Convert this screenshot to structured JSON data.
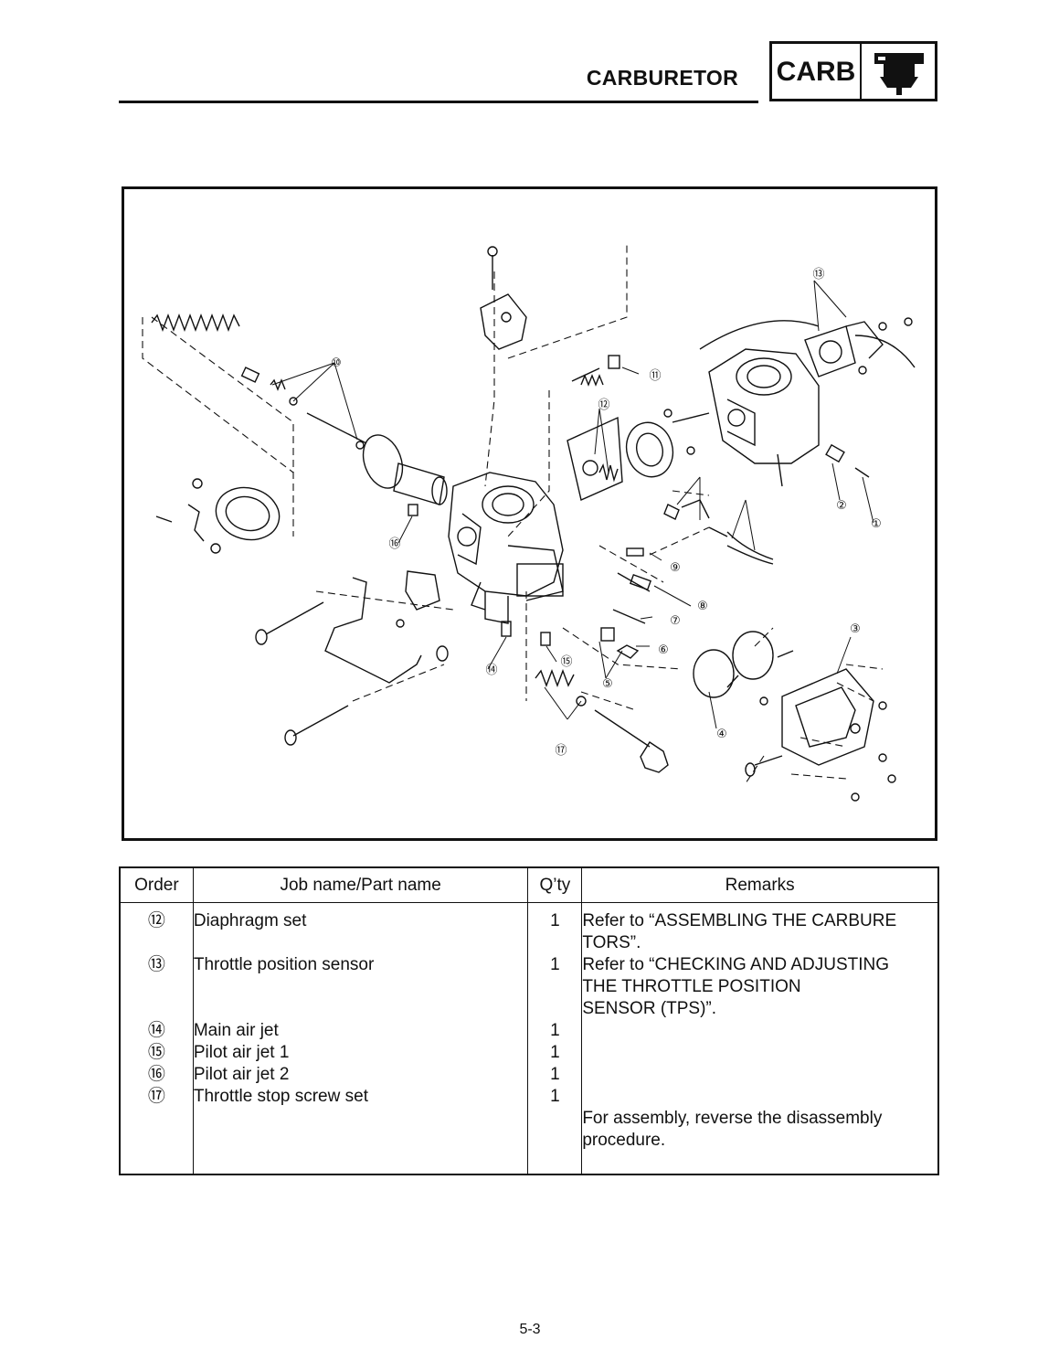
{
  "header": {
    "title": "CARBURETOR",
    "tab_label": "CARB",
    "tab_icon": "carburetor-icon"
  },
  "diagram": {
    "callouts": [
      "①",
      "②",
      "③",
      "④",
      "⑤",
      "⑥",
      "⑦",
      "⑧",
      "⑨",
      "⑩",
      "⑪",
      "⑫",
      "⑬",
      "⑭",
      "⑮",
      "⑯",
      "⑰"
    ]
  },
  "table": {
    "headers": [
      "Order",
      "Job name/Part name",
      "Q’ty",
      "Remarks"
    ],
    "rows": [
      {
        "order": "⑫",
        "name": "Diaphragm set",
        "qty": "1",
        "remarks": [
          "Refer to “ASSEMBLING THE CARBURE",
          "TORS”."
        ]
      },
      {
        "order": "⑬",
        "name": "Throttle position sensor",
        "qty": "1",
        "remarks": [
          "Refer to “CHECKING AND ADJUSTING",
          "THE THROTTLE POSITION",
          "SENSOR (TPS)”."
        ]
      },
      {
        "order": "⑭",
        "name": "Main air jet",
        "qty": "1",
        "remarks": []
      },
      {
        "order": "⑮",
        "name": "Pilot air jet 1",
        "qty": "1",
        "remarks": []
      },
      {
        "order": "⑯",
        "name": "Pilot air jet 2",
        "qty": "1",
        "remarks": []
      },
      {
        "order": "⑰",
        "name": "Throttle stop screw set",
        "qty": "1",
        "remarks": []
      }
    ],
    "closing_note": [
      "For assembly, reverse the disassembly",
      "procedure."
    ]
  },
  "footer": {
    "page_number": "5-3"
  }
}
